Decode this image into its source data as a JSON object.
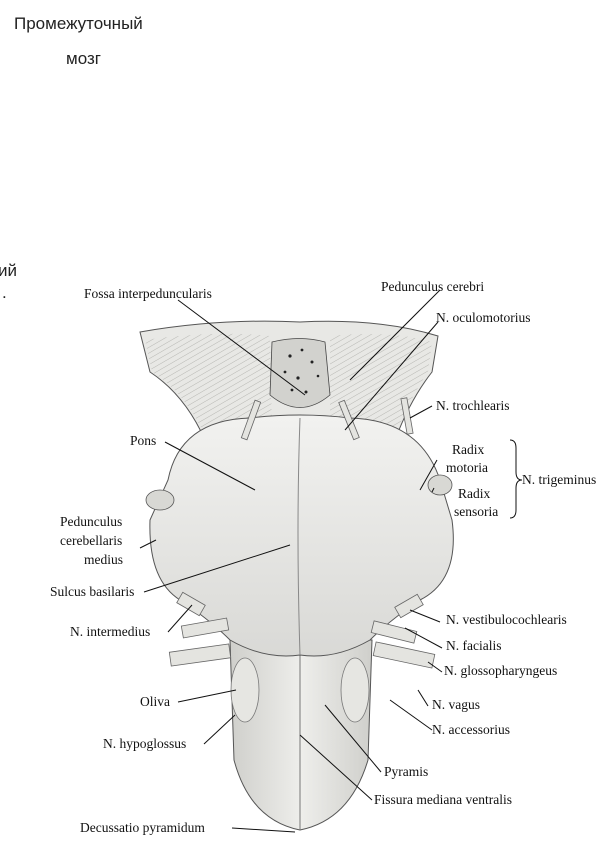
{
  "header": {
    "title_line1": "Промежуточный",
    "title_line2": "мозг",
    "left_fragment_1": "ий",
    "left_fragment_2": "."
  },
  "labels": {
    "fossa_interpeduncularis": "Fossa interpeduncularis",
    "pedunculus_cerebri": "Pedunculus cerebri",
    "n_oculomotorius": "N. oculomotorius",
    "n_trochlearis": "N. trochlearis",
    "pons": "Pons",
    "radix": "Radix",
    "motoria": "motoria",
    "radix2": "Radix",
    "sensoria": "sensoria",
    "n_trigeminus": "N. trigeminus",
    "pedunculus_1": "Pedunculus",
    "pedunculus_2": "cerebellaris",
    "pedunculus_3": "medius",
    "sulcus_basilaris": "Sulcus basilaris",
    "n_intermedius": "N. intermedius",
    "n_vestibulocochlearis": "N. vestibulocochlearis",
    "n_facialis": "N. facialis",
    "n_glossopharyngeus": "N. glossopharyngeus",
    "oliva": "Oliva",
    "n_vagus": "N. vagus",
    "n_accessorius": "N. accessorius",
    "n_hypoglossus": "N. hypoglossus",
    "pyramis": "Pyramis",
    "fissura": "Fissura mediana ventralis",
    "decussatio": "Decussatio pyramidum"
  }
}
